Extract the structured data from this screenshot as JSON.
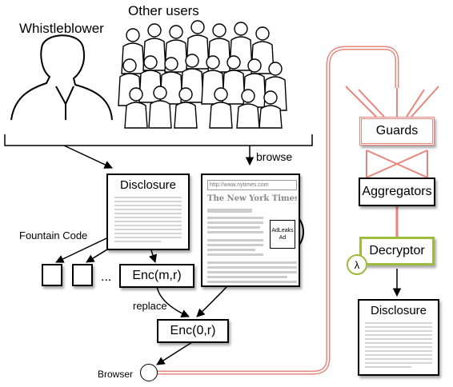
{
  "labels": {
    "whistleblower": "Whistleblower",
    "other_users": "Other users",
    "browse": "browse",
    "fountain_code": "Fountain Code",
    "ellipsis": "...",
    "replace": "replace",
    "browser": "Browser"
  },
  "boxes": {
    "disclosure_doc_title": "Disclosure",
    "enc_m_r": "Enc(m,r)",
    "enc_0_r": "Enc(0,r)",
    "guards": "Guards",
    "aggregators": "Aggregators",
    "decryptor": "Decryptor",
    "lambda": "λ",
    "disclosure_out_title": "Disclosure"
  },
  "newspaper": {
    "url": "http://www.nytimes.com",
    "masthead": "The New York Times",
    "ad_text": "AdLeaks Ad"
  },
  "colors": {
    "network_pipe": "#e8857c",
    "decryptor_border": "#9dbb3c",
    "shadow": "#999999"
  }
}
